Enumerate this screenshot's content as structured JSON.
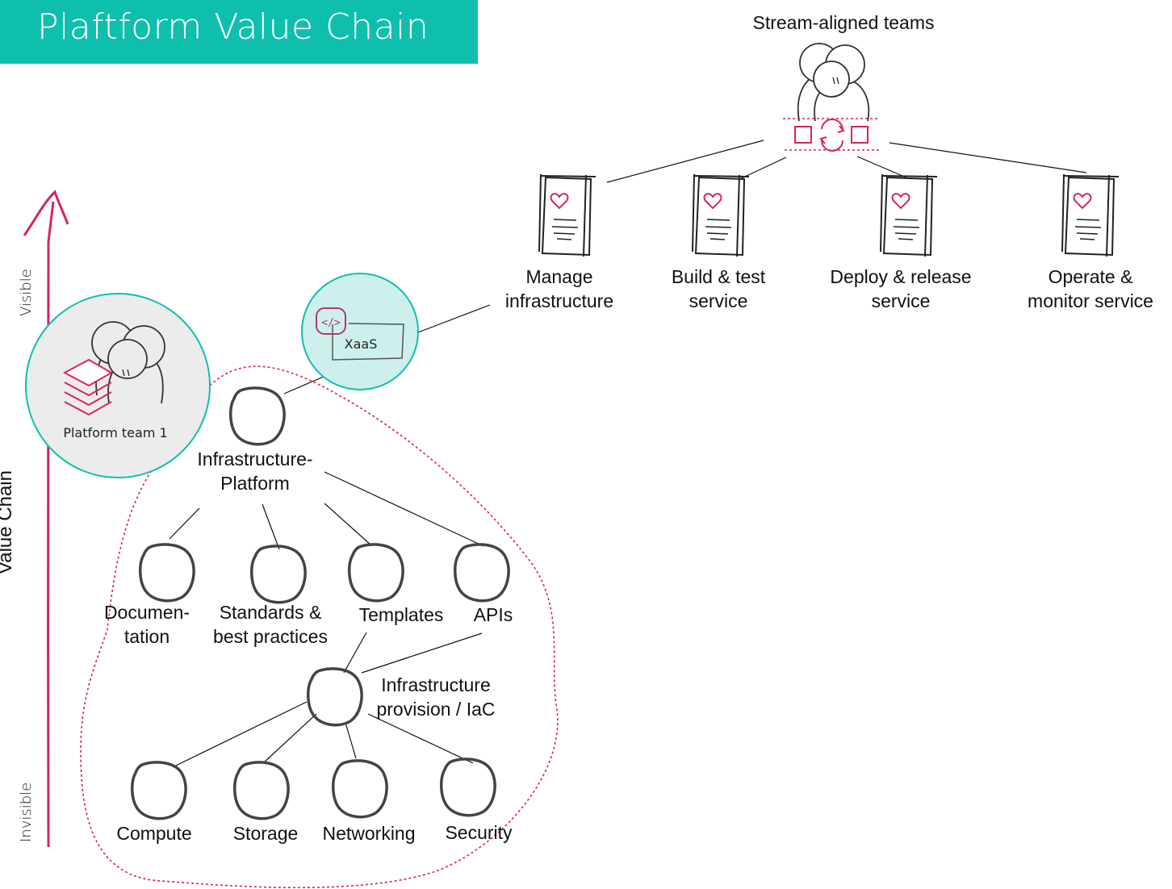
{
  "title": "Plaftform Value Chain",
  "axis": {
    "title": "Value Chain",
    "top": "Visible",
    "bottom": "Invisible"
  },
  "stream_aligned": {
    "label": "Stream-aligned teams",
    "services": [
      {
        "line1": "Manage",
        "line2": "infrastructure"
      },
      {
        "line1": "Build & test",
        "line2": "service"
      },
      {
        "line1": "Deploy & release",
        "line2": "service"
      },
      {
        "line1": "Operate &",
        "line2": "monitor service"
      }
    ]
  },
  "xaas": {
    "label": "XaaS",
    "icon": "code-icon"
  },
  "platform_team": {
    "label": "Platform team 1"
  },
  "platform": {
    "line1": "Infrastructure-",
    "line2": "Platform"
  },
  "offerings": [
    {
      "line1": "Documen-",
      "line2": "tation"
    },
    {
      "line1": "Standards &",
      "line2": "best practices"
    },
    {
      "line1": "Templates",
      "line2": ""
    },
    {
      "line1": "APIs",
      "line2": ""
    }
  ],
  "iac": {
    "line1": "Infrastructure",
    "line2": "provision / IaC"
  },
  "foundations": [
    "Compute",
    "Storage",
    "Networking",
    "Security"
  ],
  "colors": {
    "accent": "#d6245f",
    "teal": "#0fbfae",
    "teal_light": "#cdf0ec",
    "stroke": "#444444"
  }
}
